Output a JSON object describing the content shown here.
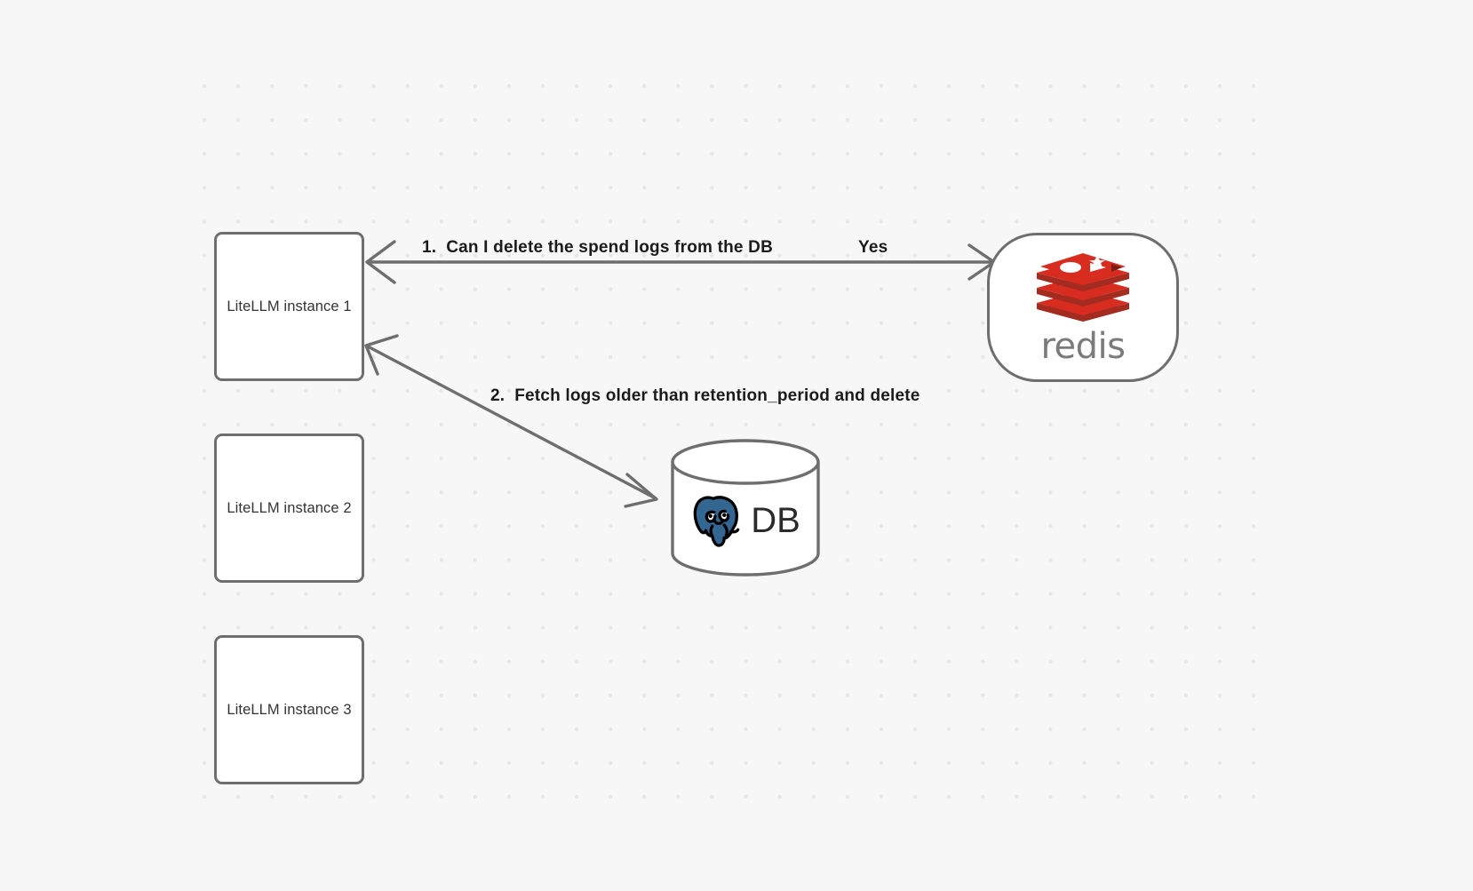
{
  "diagram": {
    "background_color": "#f7f7f7",
    "grid_dot_color": "#e6e7e8",
    "edge_color": "#6e6e6e",
    "node_border_color": "#6e6e6e",
    "nodes": [
      {
        "id": "litellm-1",
        "label": "LiteLLM instance 1",
        "shape": "rounded-rect"
      },
      {
        "id": "litellm-2",
        "label": "LiteLLM instance 2",
        "shape": "rounded-rect"
      },
      {
        "id": "litellm-3",
        "label": "LiteLLM instance 3",
        "shape": "rounded-rect"
      },
      {
        "id": "redis",
        "label": "redis",
        "shape": "stadium",
        "logo": "redis-logo-icon",
        "logo_color": "#d82c20",
        "wordmark_color": "#7b7b7b"
      },
      {
        "id": "db",
        "label": "DB",
        "shape": "cylinder",
        "logo": "postgresql-elephant-icon",
        "logo_color": "#336791"
      }
    ],
    "edges": [
      {
        "id": "edge-1",
        "from": "litellm-1",
        "to": "redis",
        "label": "1.  Can I delete the spend logs from the DB",
        "reply_label": "Yes",
        "direction": "bidirectional"
      },
      {
        "id": "edge-2",
        "from": "db",
        "to": "litellm-1",
        "label": "2.  Fetch logs older than retention_period and delete",
        "direction": "bidirectional"
      }
    ]
  }
}
